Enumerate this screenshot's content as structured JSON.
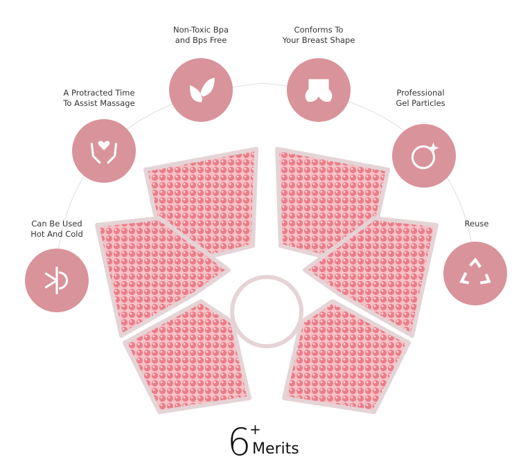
{
  "features": [
    {
      "label1": "Non-Toxic Bpa",
      "label2": "and Bps Free",
      "icon": "leaf-icon"
    },
    {
      "label1": "Conforms To",
      "label2": "Your Breast Shape",
      "icon": "bra-icon"
    },
    {
      "label1": "A Protracted Time",
      "label2": "To Assist Massage",
      "icon": "heart-hands-icon"
    },
    {
      "label1": "Professional",
      "label2": "Gel Particles",
      "icon": "sparkle-orb-icon"
    },
    {
      "label1": "Can Be Used",
      "label2": "Hot And Cold",
      "icon": "hot-cold-icon"
    },
    {
      "label1": "Reuse",
      "label2": "",
      "icon": "recycle-icon"
    }
  ],
  "merits": {
    "number": "6",
    "plus": "+",
    "text": "Merits"
  },
  "colors": {
    "circle": "#d9939a",
    "gel": "#f0a0a8",
    "bead": "#e8707c"
  }
}
